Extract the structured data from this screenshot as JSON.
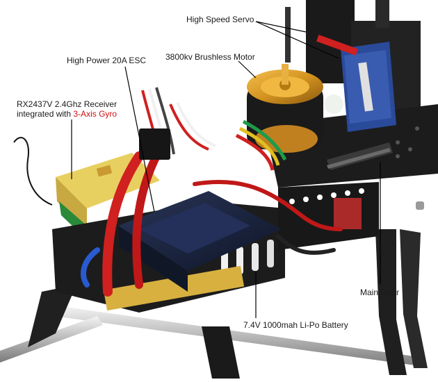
{
  "labels": {
    "high_speed_servo": "High Speed Servo",
    "brushless_motor": "3800kv Brushless Motor",
    "esc": "High Power 20A ESC",
    "receiver_line1": "RX2437V 2.4Ghz Receiver",
    "receiver_line2_prefix": "integrated with ",
    "receiver_line2_highlight": "3-Axis Gyro",
    "main_gear": "Main Gear",
    "battery": "7.4V 1000mah Li-Po Battery"
  },
  "colors": {
    "label_text": "#1a1a1a",
    "highlight": "#d01010",
    "leader_line": "#000000",
    "frame": "#1c1c1c",
    "servo_blue": "#2a4a9a",
    "motor_gold": "#d49320",
    "receiver_yellow": "#e8d060",
    "esc_navy": "#1a2440",
    "wire_red": "#d02020"
  }
}
